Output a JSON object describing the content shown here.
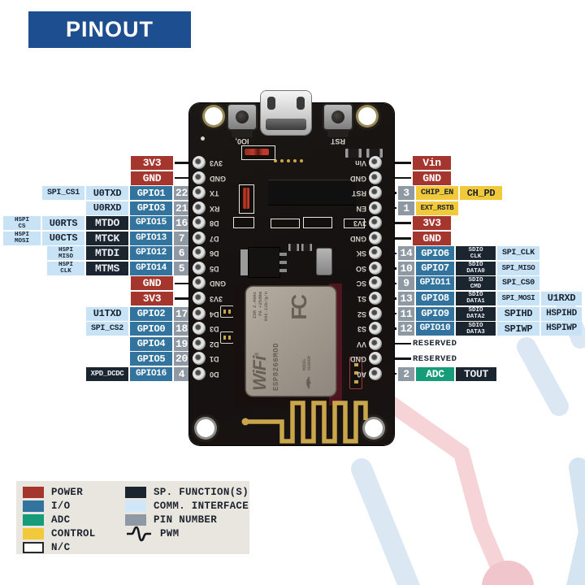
{
  "title": "PINOUT",
  "palette": {
    "banner": "#1D4E90",
    "power": "#A5362E",
    "io": "#33749F",
    "num": "#8E99A4",
    "navy": "#1B2530",
    "comm": "#C9E3F6",
    "ctrl": "#F2C93B",
    "adc": "#179C7A",
    "legend_bg": "#E8E6DF",
    "board": "#171412",
    "gold": "#C9A54B"
  },
  "left_rows": [
    [
      {
        "t": "3V3",
        "s": "power"
      },
      {
        "s": "line",
        "w": 18
      }
    ],
    [
      {
        "t": "GND",
        "s": "power"
      },
      {
        "s": "line",
        "w": 18
      }
    ],
    [
      {
        "t": "SPI_CS1",
        "s": "comm"
      },
      {
        "t": "U0TXD",
        "s": "comm"
      },
      {
        "t": "GPIO1",
        "s": "io"
      },
      {
        "t": "22",
        "s": "num",
        "w": 19
      }
    ],
    [
      {
        "t": "U0RXD",
        "s": "comm"
      },
      {
        "t": "GPIO3",
        "s": "io"
      },
      {
        "t": "21",
        "s": "num",
        "w": 19
      }
    ],
    [
      {
        "t": "HSPI\nCS",
        "s": "comm",
        "w": 46
      },
      {
        "t": "U0RTS",
        "s": "comm"
      },
      {
        "t": "MTDO",
        "s": "navy"
      },
      {
        "t": "GPIO15",
        "s": "io"
      },
      {
        "t": "16",
        "s": "num",
        "w": 19
      }
    ],
    [
      {
        "t": "HSPI\nMOSI",
        "s": "comm",
        "w": 46
      },
      {
        "t": "U0CTS",
        "s": "comm"
      },
      {
        "t": "MTCK",
        "s": "navy"
      },
      {
        "t": "GPIO13",
        "s": "io"
      },
      {
        "t": "7",
        "s": "num",
        "w": 19
      }
    ],
    [
      {
        "t": "HSPI\nMISO",
        "s": "comm",
        "w": 46
      },
      {
        "t": "MTDI",
        "s": "navy"
      },
      {
        "t": "GPIO12",
        "s": "io"
      },
      {
        "t": "6",
        "s": "num",
        "w": 19
      }
    ],
    [
      {
        "t": "HSPI\nCLK",
        "s": "comm",
        "w": 46
      },
      {
        "t": "MTMS",
        "s": "navy"
      },
      {
        "t": "GPIO14",
        "s": "io"
      },
      {
        "t": "5",
        "s": "num",
        "w": 19
      }
    ],
    [
      {
        "t": "GND",
        "s": "power"
      },
      {
        "s": "line",
        "w": 18
      }
    ],
    [
      {
        "t": "3V3",
        "s": "power"
      },
      {
        "s": "line",
        "w": 18
      }
    ],
    [
      {
        "t": "U1TXD",
        "s": "comm"
      },
      {
        "t": "GPIO2",
        "s": "io"
      },
      {
        "t": "17",
        "s": "num",
        "w": 19
      }
    ],
    [
      {
        "t": "SPI_CS2",
        "s": "comm"
      },
      {
        "t": "GPIO0",
        "s": "io"
      },
      {
        "t": "18",
        "s": "num",
        "w": 19
      }
    ],
    [
      {
        "t": "GPIO4",
        "s": "io"
      },
      {
        "t": "19",
        "s": "num",
        "w": 19
      }
    ],
    [
      {
        "t": "GPIO5",
        "s": "io"
      },
      {
        "t": "20",
        "s": "num",
        "w": 19
      }
    ],
    [
      {
        "t": "XPD_DCDC",
        "s": "navy"
      },
      {
        "t": "GPIO16",
        "s": "io"
      },
      {
        "t": "4",
        "s": "num",
        "w": 19
      }
    ]
  ],
  "right_rows": [
    [
      {
        "s": "line",
        "w": 26
      },
      {
        "t": "Vin",
        "s": "power",
        "w": 47
      }
    ],
    [
      {
        "s": "line",
        "w": 26
      },
      {
        "t": "GND",
        "s": "power",
        "w": 47
      }
    ],
    [
      {
        "s": "line",
        "w": 8
      },
      {
        "t": "3",
        "s": "num",
        "w": 20
      },
      {
        "t": "CHIP_EN",
        "s": "ctrl"
      },
      {
        "t": "CH_PD",
        "s": "ctrl"
      }
    ],
    [
      {
        "s": "line",
        "w": 8
      },
      {
        "t": "1",
        "s": "num",
        "w": 20
      },
      {
        "t": "EXT_RSTB",
        "s": "ctrl"
      }
    ],
    [
      {
        "s": "line",
        "w": 26
      },
      {
        "t": "3V3",
        "s": "power",
        "w": 47
      }
    ],
    [
      {
        "s": "line",
        "w": 26
      },
      {
        "t": "GND",
        "s": "power",
        "w": 47
      }
    ],
    [
      {
        "s": "line",
        "w": 8
      },
      {
        "t": "14",
        "s": "num",
        "w": 20
      },
      {
        "t": "GPIO6",
        "s": "io",
        "w": 47
      },
      {
        "t": "SDIO\nCLK",
        "s": "navy",
        "w": 49
      },
      {
        "t": "SPI_CLK",
        "s": "comm"
      }
    ],
    [
      {
        "s": "line",
        "w": 8
      },
      {
        "t": "10",
        "s": "num",
        "w": 20
      },
      {
        "t": "GPIO7",
        "s": "io",
        "w": 47
      },
      {
        "t": "SDIO\nDATA0",
        "s": "navy",
        "w": 49
      },
      {
        "t": "SPI_MISO",
        "s": "comm"
      }
    ],
    [
      {
        "s": "line",
        "w": 8
      },
      {
        "t": "9",
        "s": "num",
        "w": 20
      },
      {
        "t": "GPIO11",
        "s": "io",
        "w": 47
      },
      {
        "t": "SDIO\nCMD",
        "s": "navy",
        "w": 49
      },
      {
        "t": "SPI_CS0",
        "s": "comm"
      }
    ],
    [
      {
        "s": "line",
        "w": 8
      },
      {
        "t": "13",
        "s": "num",
        "w": 20
      },
      {
        "t": "GPIO8",
        "s": "io",
        "w": 47
      },
      {
        "t": "SDIO\nDATA1",
        "s": "navy",
        "w": 49
      },
      {
        "t": "SPI_MOSI",
        "s": "comm"
      },
      {
        "t": "U1RXD",
        "s": "comm",
        "w": 50
      }
    ],
    [
      {
        "s": "line",
        "w": 8
      },
      {
        "t": "11",
        "s": "num",
        "w": 20
      },
      {
        "t": "GPIO9",
        "s": "io",
        "w": 47
      },
      {
        "t": "SDIO\nDATA2",
        "s": "navy",
        "w": 49
      },
      {
        "t": "SPIHD",
        "s": "comm"
      },
      {
        "t": "HSPIHD",
        "s": "comm",
        "w": 50
      }
    ],
    [
      {
        "s": "line",
        "w": 8
      },
      {
        "t": "12",
        "s": "num",
        "w": 20
      },
      {
        "t": "GPIO10",
        "s": "io",
        "w": 47
      },
      {
        "t": "SDIO\nDATA3",
        "s": "navy",
        "w": 49
      },
      {
        "t": "SPIWP",
        "s": "comm"
      },
      {
        "t": "HSPIWP",
        "s": "comm",
        "w": 50
      }
    ],
    [
      {
        "s": "line",
        "w": 26
      },
      {
        "t": "RESERVED",
        "s": "plain"
      }
    ],
    [
      {
        "s": "line",
        "w": 26
      },
      {
        "t": "RESERVED",
        "s": "plain"
      }
    ],
    [
      {
        "s": "line",
        "w": 8
      },
      {
        "t": "2",
        "s": "num",
        "w": 20
      },
      {
        "t": "ADC",
        "s": "adc",
        "w": 47
      },
      {
        "t": "TOUT",
        "s": "navy",
        "w": 50
      }
    ]
  ],
  "legend": {
    "left": [
      {
        "label": "POWER",
        "swatch": "power"
      },
      {
        "label": "I/O",
        "swatch": "io"
      },
      {
        "label": "ADC",
        "swatch": "adc"
      },
      {
        "label": "CONTROL",
        "swatch": "ctrl"
      },
      {
        "label": "N/C",
        "swatch": "nc"
      }
    ],
    "right": [
      {
        "label": "SP. FUNCTION(S)",
        "swatch": "navy"
      },
      {
        "label": "COMM. INTERFACE",
        "swatch": "comm"
      },
      {
        "label": "PIN NUMBER",
        "swatch": "num"
      }
    ],
    "pwm_label": "PWM"
  },
  "board": {
    "silk_left": [
      "3V3",
      "GND",
      "TX",
      "RX",
      "D8",
      "D7",
      "D6",
      "D5",
      "GND",
      "3V3",
      "D4",
      "D3",
      "D2",
      "D1",
      "D0"
    ],
    "silk_right": [
      "Vin",
      "GND",
      "RST",
      "EN",
      "3V3",
      "GND",
      "SK",
      "SO",
      "SC",
      "S1",
      "S2",
      "S3",
      "VV",
      "GND",
      "A0"
    ],
    "flash_button_label": "IO0,",
    "reset_button_label": "RST",
    "module": {
      "wifi": "WiFi",
      "reg": "®",
      "model": "ESP8266MOD",
      "specs": [
        "ISM 2.4GHz",
        "PA +25dBm",
        "802.11b/g/n"
      ],
      "fcc": "FC",
      "vendor_l1": "MODEL",
      "vendor_l2": "VENDOR"
    }
  }
}
